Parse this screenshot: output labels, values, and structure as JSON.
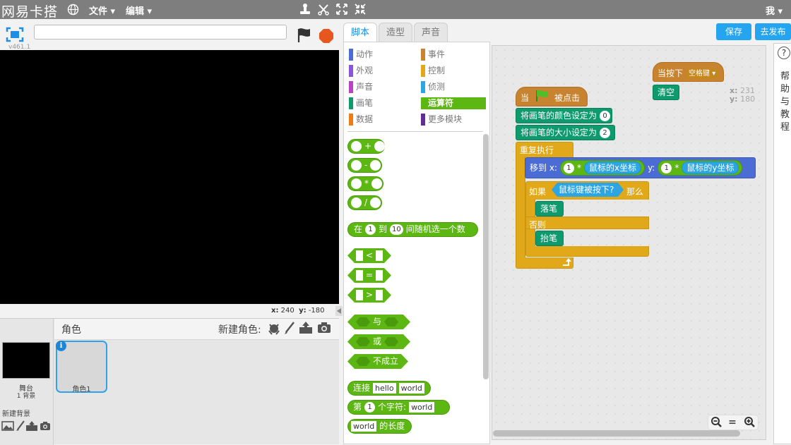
{
  "menubar": {
    "logo": "网易卡搭",
    "file": "文件 ▾",
    "edit": "编辑 ▾",
    "user": "我 ▾"
  },
  "stage": {
    "version": "v461.1",
    "x_label": "x:",
    "x_value": "240",
    "y_label": "y:",
    "y_value": "-180"
  },
  "sprites": {
    "header": "角色",
    "new_sprite": "新建角色:",
    "stage_name": "舞台",
    "stage_backdrops": "1 背景",
    "new_backdrop": "新建背景",
    "sprite1": "角色1",
    "info_icon": "i"
  },
  "tabs": [
    "脚本",
    "造型",
    "声音"
  ],
  "top_buttons": {
    "save": "保存",
    "publish": "去发布"
  },
  "categories": [
    {
      "label": "动作",
      "color": "#4a6cd4"
    },
    {
      "label": "事件",
      "color": "#c88330"
    },
    {
      "label": "外观",
      "color": "#8a55d7"
    },
    {
      "label": "控制",
      "color": "#e1a91a"
    },
    {
      "label": "声音",
      "color": "#bb42c3"
    },
    {
      "label": "侦测",
      "color": "#2ca5e2"
    },
    {
      "label": "画笔",
      "color": "#0e9a6c"
    },
    {
      "label": "运算符",
      "color": "#5cb712"
    },
    {
      "label": "数据",
      "color": "#ee7d16"
    },
    {
      "label": "更多模块",
      "color": "#632d99"
    }
  ],
  "palette": {
    "plus": "+",
    "minus": "-",
    "times": "*",
    "divide": "/",
    "random_pre": "在",
    "random_a": "1",
    "random_mid": "到",
    "random_b": "10",
    "random_post": "间随机选一个数",
    "lt": "<",
    "eq": "=",
    "gt": ">",
    "and": "与",
    "or": "或",
    "not": "不成立",
    "join": "连接",
    "join_a": "hello",
    "join_b": "world",
    "letter_pre": "第",
    "letter_n": "1",
    "letter_mid": "个字符:",
    "letter_s": "world",
    "length_s": "world",
    "length_post": "的长度"
  },
  "scripts": {
    "when_key": "当按下",
    "key": "空格键 ▾",
    "clear": "清空",
    "when_flag_pre": "当",
    "when_flag_post": "被点击",
    "set_color": "将画笔的颜色设定为",
    "set_color_val": "0",
    "set_size": "将画笔的大小设定为",
    "set_size_val": "2",
    "forever": "重复执行",
    "goto": "移到 x:",
    "goto_x_mul": "1",
    "star": "*",
    "mouse_x": "鼠标的x坐标",
    "goto_y": "y:",
    "goto_y_mul": "1",
    "mouse_y": "鼠标的y坐标",
    "if": "如果",
    "mouse_down": "鼠标键被按下?",
    "then": "那么",
    "pen_down": "落笔",
    "else": "否则",
    "pen_up": "抬笔",
    "sprite_x_label": "x:",
    "sprite_x": "231",
    "sprite_y_label": "y:",
    "sprite_y": "180"
  },
  "zoom": {
    "out": "−",
    "reset": "=",
    "in": "+"
  },
  "help": {
    "q": "?",
    "text": "帮助与教程"
  }
}
